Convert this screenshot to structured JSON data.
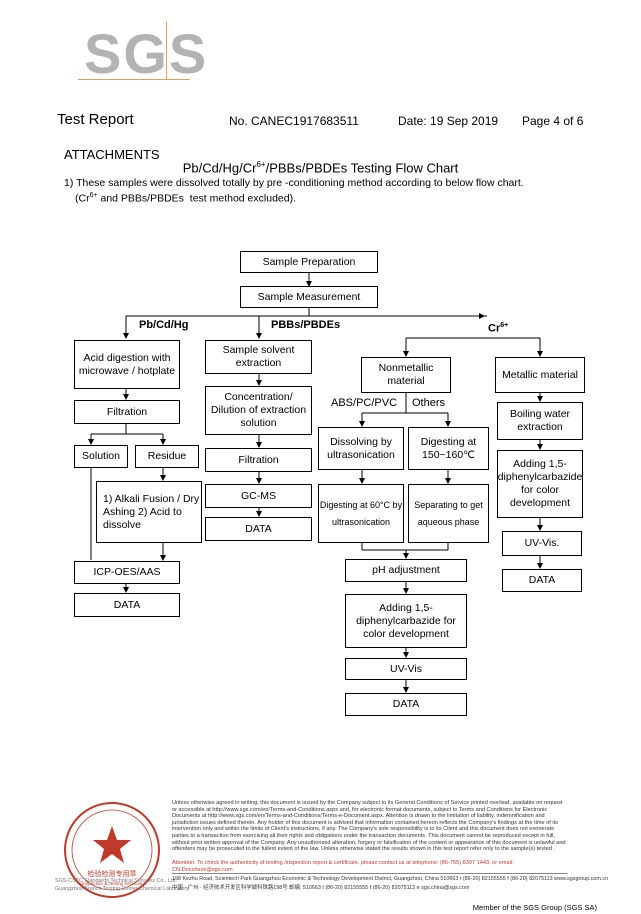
{
  "logo": {
    "text": "SGS"
  },
  "header": {
    "title": "Test Report",
    "report_no": "No. CANEC1917683511",
    "date": "Date: 19 Sep 2019",
    "page": "Page 4 of 6"
  },
  "attachments": "ATTACHMENTS",
  "chart_title": "Pb/Cd/Hg/Cr6+/PBBs/PBDEs Testing Flow Chart",
  "note_line1": "1) These samples were dissolved totally by pre -conditioning method according to below flow chart.",
  "note_line2": "(Cr6+ and PBBs/PBDEs test method excluded).",
  "flow": {
    "sample_preparation": "Sample Preparation",
    "sample_measurement": "Sample Measurement",
    "branch_pbcdhg": "Pb/Cd/Hg",
    "branch_pbbs": "PBBs/PBDEs",
    "branch_cr": "Cr6+",
    "acid_digestion": "Acid digestion with microwave / hotplate",
    "filtration_1": "Filtration",
    "solution": "Solution",
    "residue": "Residue",
    "alkali_fusion": "1) Alkali Fusion / Dry Ashing 2) Acid to dissolve",
    "icp": "ICP-OES/AAS",
    "data_1": "DATA",
    "solvent_extraction": "Sample solvent extraction",
    "concentration": "Concentration/ Dilution of extraction solution",
    "filtration_2": "Filtration",
    "gcms": "GC-MS",
    "data_2": "DATA",
    "nonmetallic": "Nonmetallic material",
    "abs_pc_pvc": "ABS/PC/PVC",
    "others": "Others",
    "dissolving": "Dissolving by ultrasonication",
    "digesting_150": "Digesting at 150~160℃",
    "digesting_60": "Digesting at 60°C by ultrasonication",
    "separating": "Separating to get aqueous phase",
    "ph_adjustment": "pH adjustment",
    "adding_center": "Adding 1,5-diphenylcarbazide for color development",
    "uvvis_center": "UV-Vis",
    "data_3": "DATA",
    "metallic": "Metallic material",
    "boiling": "Boiling water extraction",
    "adding_right": "Adding 1,5-diphenylcarbazide for color development",
    "uvvis_right": "UV-Vis.",
    "data_4": "DATA"
  },
  "footer": {
    "disclaimer": "Unless otherwise agreed in writing, this document is issued by the Company subject to its General Conditions of Service printed overleaf, available on request or accessible at http://www.sgs.com/en/Terms-and-Conditions.aspx and, for electronic format documents, subject to Terms and Conditions for Electronic Documents at http://www.sgs.com/en/Terms-and-Conditions/Terms-e-Document.aspx. Attention is drawn to the limitation of liability, indemnification and jurisdiction issues defined therein. Any holder of this document is advised that information contained hereon reflects the Company's findings at the time of its intervention only and within the limits of Client's instructions, if any. The Company's sole responsibility is to its Client and this document does not exonerate parties to a transaction from exercising all their rights and obligations under the transaction documents. This document cannot be reproduced except in full, without prior written approval of the Company. Any unauthorized alteration, forgery or falsification of the content or appearance of this document is unlawful and offenders may be prosecuted to the fullest extent of the law. Unless otherwise stated the results shown in this test report refer only to the sample(s) tested .",
    "attention": "Attention: To check the authenticity of testing /inspection report & certificate, please contact us at telephone: (86-755) 8307 1443, or email: CN.Doccheck@sgs.com",
    "address_en": "198 Kezhu Road, Scientech Park Guangzhou Economic & Technology Development District, Guangzhou, China  510663   t (86-20) 82155555   f (86-20) 82075113   www.sgsgroup.com.cn",
    "address_cn": "中国 · 广州 · 经济技术开发区科学城科珠路198号        邮编: 510663   t (86-20) 82155555   f (86-20) 82075113   e sgs.china@sgs.com",
    "lab_en": "SGS-CSTC Standards Technical Services Co., Ltd.",
    "lab_branch": "Guangzhou Branch Testing Center Chemical Laboratory",
    "member": "Member of the SGS Group (SGS SA)",
    "seal_cn": "检验检测专用章",
    "seal_en": "Inspection & Testing Services"
  },
  "colors": {
    "logo_grey": "#b3b3b3",
    "logo_rule": "#e0a060",
    "seal_red": "#c0392b"
  }
}
